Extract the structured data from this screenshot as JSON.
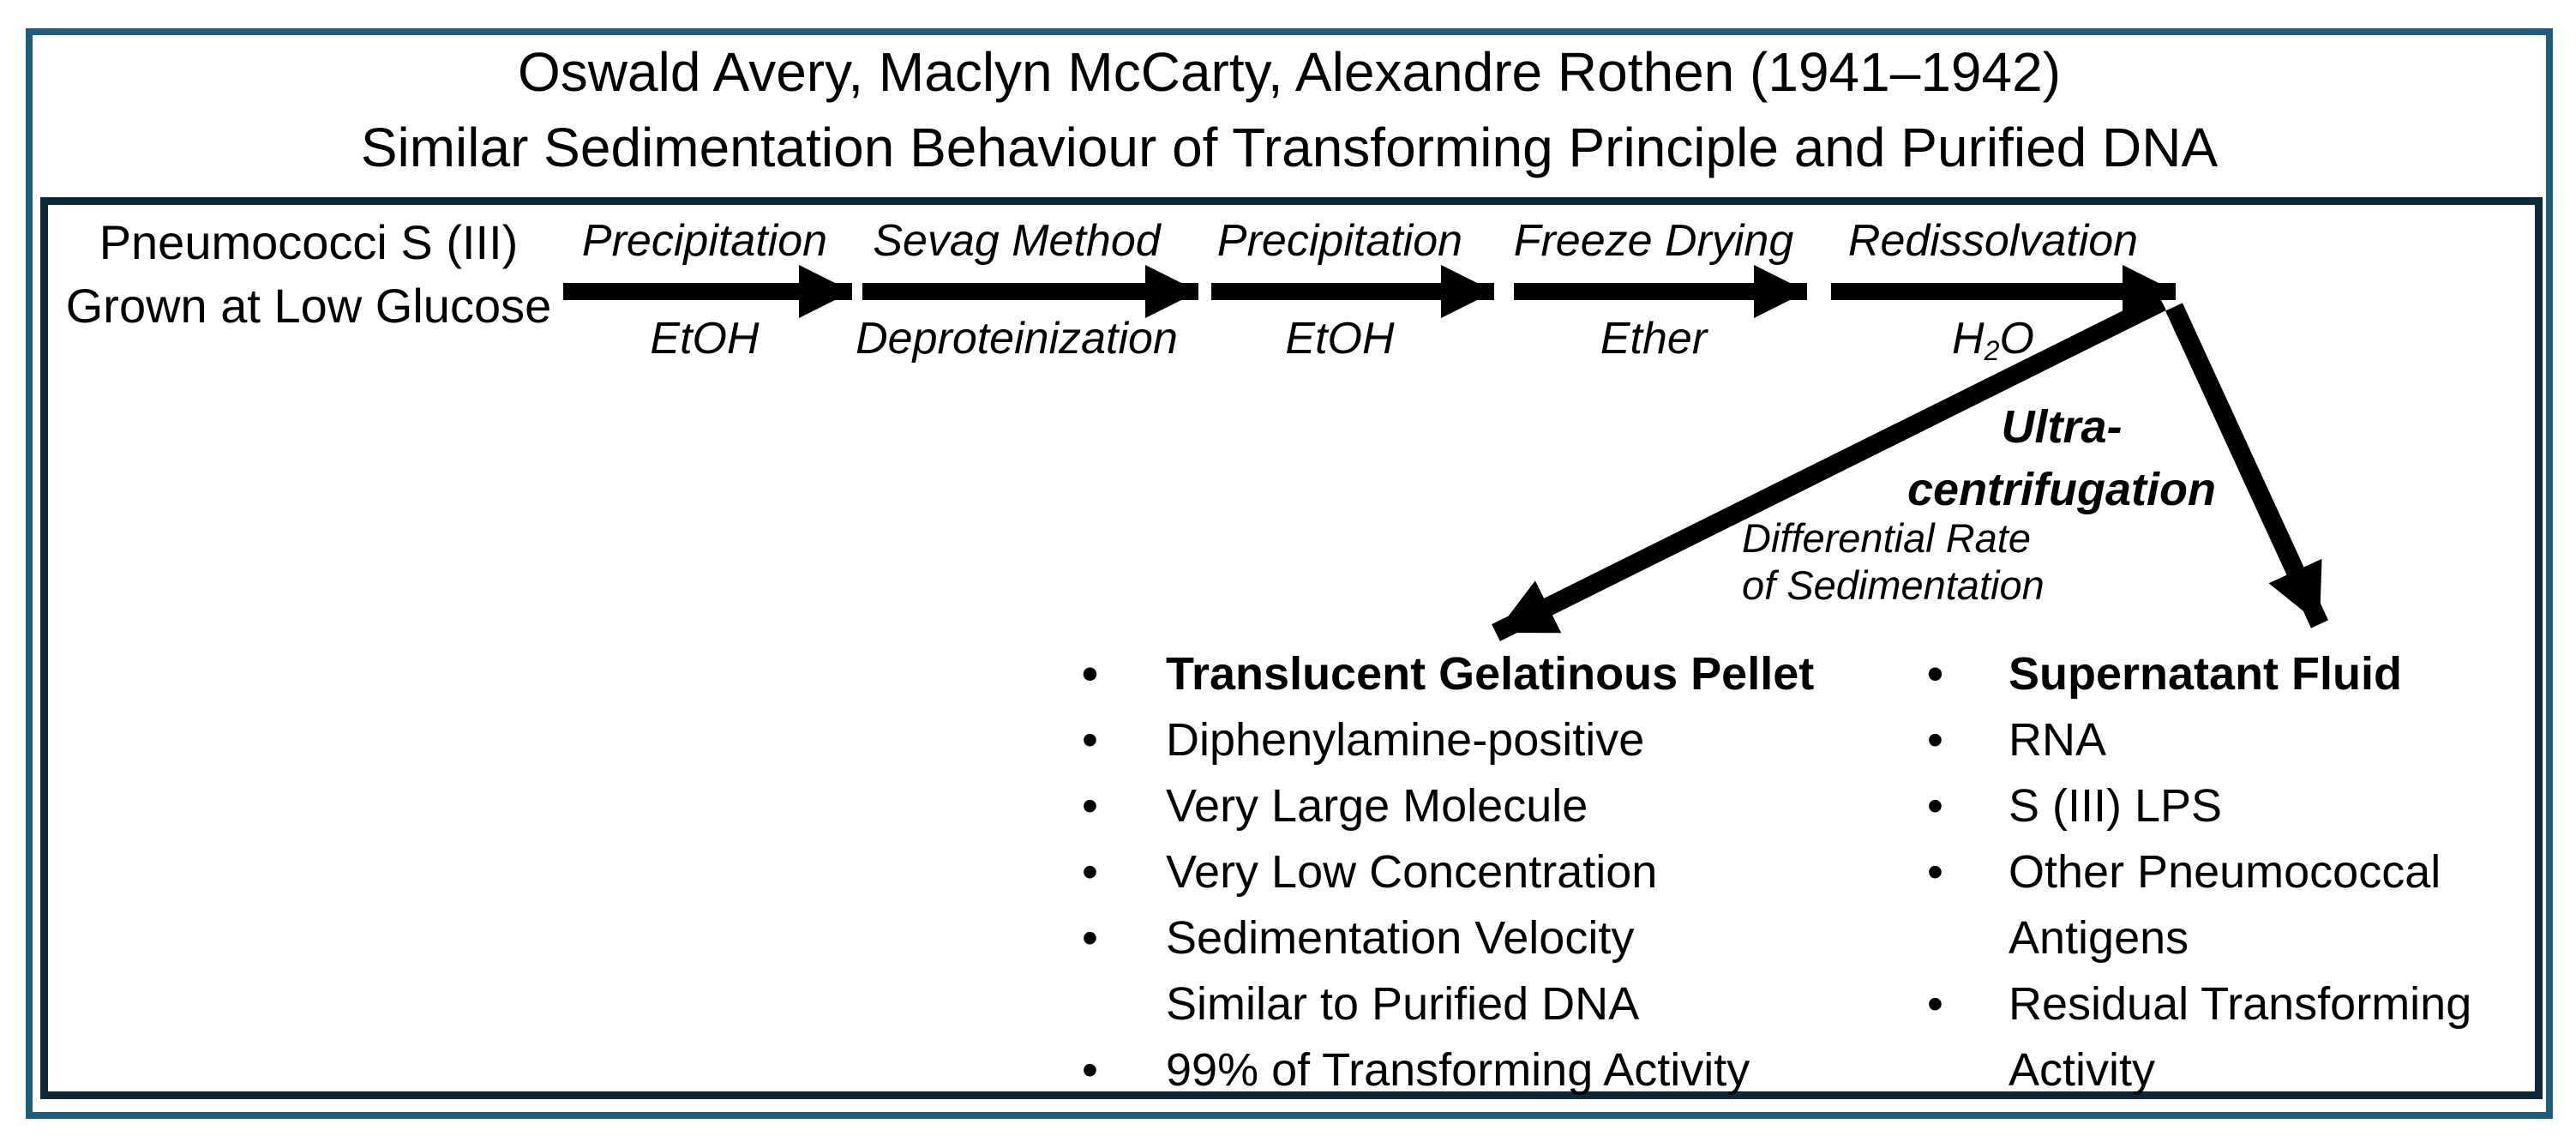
{
  "title": {
    "line1": "Oswald Avery, Maclyn McCarty, Alexandre Rothen (1941–1942)",
    "line2": "Similar Sedimentation Behaviour of Transforming Principle and Purified DNA"
  },
  "source": {
    "line1": "Pneumococci S (III)",
    "line2": "Grown at Low Glucose"
  },
  "steps": [
    {
      "top": "Precipitation",
      "bottom": "EtOH"
    },
    {
      "top": "Sevag Method",
      "bottom": "Deproteinization"
    },
    {
      "top": "Precipitation",
      "bottom": "EtOH"
    },
    {
      "top": "Freeze Drying",
      "bottom": "Ether"
    },
    {
      "top": "Redissolvation",
      "bottom": {
        "pre": "H",
        "sub": "2",
        "post": "O"
      }
    }
  ],
  "centrifugation": {
    "line1": "Ultra-",
    "line2": "centrifugation",
    "note_line1": "Differential Rate",
    "note_line2": "of Sedimentation"
  },
  "bullet_char": "•",
  "pellet_list": {
    "lines": [
      {
        "text": "Translucent Gelatinous Pellet",
        "bullet": true,
        "bold": true
      },
      {
        "text": "Diphenylamine-positive",
        "bullet": true,
        "bold": false
      },
      {
        "text": "Very Large Molecule",
        "bullet": true,
        "bold": false
      },
      {
        "text": "Very Low Concentration",
        "bullet": true,
        "bold": false
      },
      {
        "text": "Sedimentation Velocity",
        "bullet": true,
        "bold": false
      },
      {
        "text": "Similar to Purified DNA",
        "bullet": false,
        "bold": false
      },
      {
        "text": "99% of Transforming Activity",
        "bullet": true,
        "bold": false
      }
    ]
  },
  "supernatant_list": {
    "lines": [
      {
        "text": "Supernatant Fluid",
        "bullet": true,
        "bold": true
      },
      {
        "text": "RNA",
        "bullet": true,
        "bold": false
      },
      {
        "text": "S (III) LPS",
        "bullet": true,
        "bold": false
      },
      {
        "text": "Other Pneumococcal",
        "bullet": true,
        "bold": false
      },
      {
        "text": "Antigens",
        "bullet": false,
        "bold": false
      },
      {
        "text": "Residual Transforming",
        "bullet": true,
        "bold": false
      },
      {
        "text": "Activity",
        "bullet": false,
        "bold": false
      }
    ]
  },
  "colors": {
    "outer_border": "#1E5E7D",
    "inner_border": "#0D2838",
    "text": "#000000"
  }
}
